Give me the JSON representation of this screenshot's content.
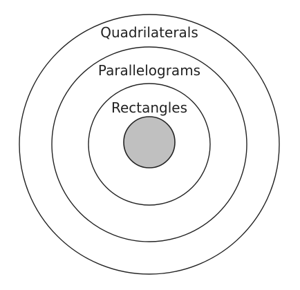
{
  "diagram": {
    "rings": [
      {
        "id": "outer",
        "label": "Quadrilaterals"
      },
      {
        "id": "middle",
        "label": "Parallelograms"
      },
      {
        "id": "inner",
        "label": "Rectangles"
      }
    ],
    "core": {
      "fill": "#c0c0c0"
    },
    "colors": {
      "stroke": "#222222",
      "background": "#ffffff"
    }
  }
}
